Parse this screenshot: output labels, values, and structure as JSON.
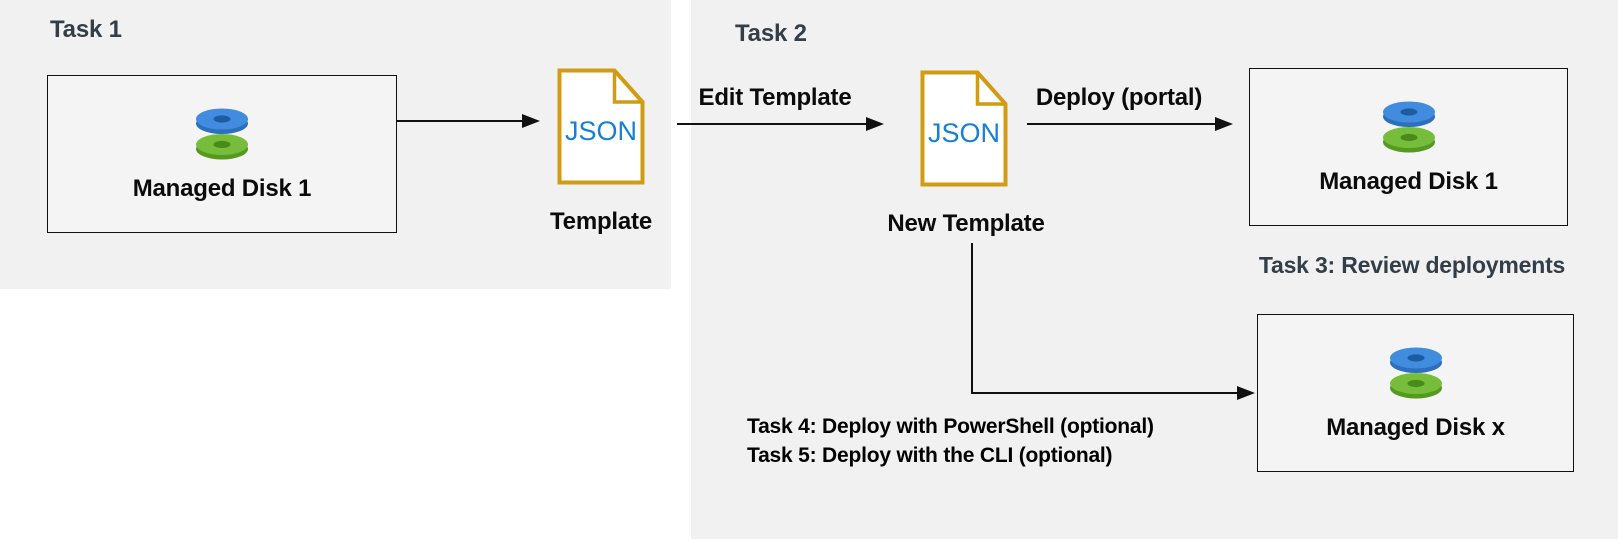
{
  "diagram": {
    "task1": {
      "heading": "Task 1",
      "source_disk_label": "Managed Disk 1",
      "json_file_text": "JSON",
      "json_file_label": "Template"
    },
    "task2": {
      "heading": "Task 2",
      "edit_arrow_label": "Edit Template",
      "json_file_text": "JSON",
      "json_file_label": "New Template",
      "deploy_arrow_label": "Deploy (portal)",
      "deployed_disk_label": "Managed Disk 1",
      "optional_disk_label": "Managed Disk x"
    },
    "notes": {
      "task3": "Task 3: Review deployments",
      "task4": "Task 4: Deploy with PowerShell (optional)",
      "task5": "Task 5: Deploy with the CLI (optional)"
    },
    "colors": {
      "panel_background": "#f1f1f1",
      "task_heading": "#333e48",
      "label_text": "#0b0b0b",
      "json_text_blue": "#1780d4",
      "file_border_gold": "#d19c13",
      "disk_blue_top": "#418cde",
      "disk_blue_rim": "#2b6fbd",
      "disk_blue_hole": "#1c5c9f",
      "disk_green_top": "#76bd3b",
      "disk_green_rim": "#55991f",
      "disk_green_hole": "#4a8a1a",
      "connector": "#111111"
    }
  }
}
